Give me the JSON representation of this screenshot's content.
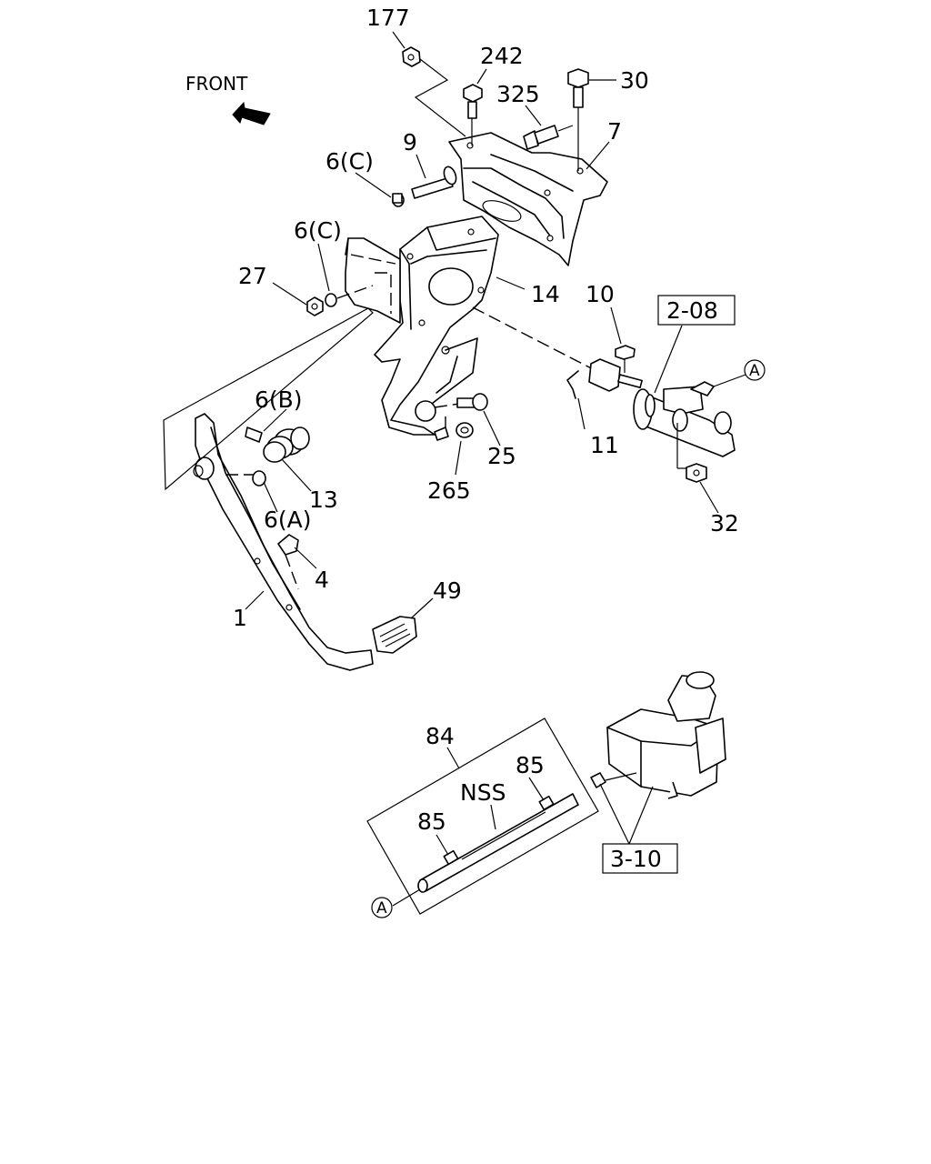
{
  "diagram": {
    "front_label": "FRONT",
    "callouts": {
      "c177": "177",
      "c242": "242",
      "c30": "30",
      "c325": "325",
      "c7": "7",
      "c9": "9",
      "c6c_upper": "6(C)",
      "c6c_lower": "6(C)",
      "c27": "27",
      "c14": "14",
      "c10": "10",
      "c2_08": "2-08",
      "cA_upper": "A",
      "c6b": "6(B)",
      "c25": "25",
      "c11": "11",
      "c265": "265",
      "c13": "13",
      "c6a": "6(A)",
      "c32": "32",
      "c4": "4",
      "c49": "49",
      "c1": "1",
      "c84": "84",
      "c85_upper": "85",
      "cNSS": "NSS",
      "c85_lower": "85",
      "c3_10": "3-10",
      "cA_lower": "A"
    }
  }
}
